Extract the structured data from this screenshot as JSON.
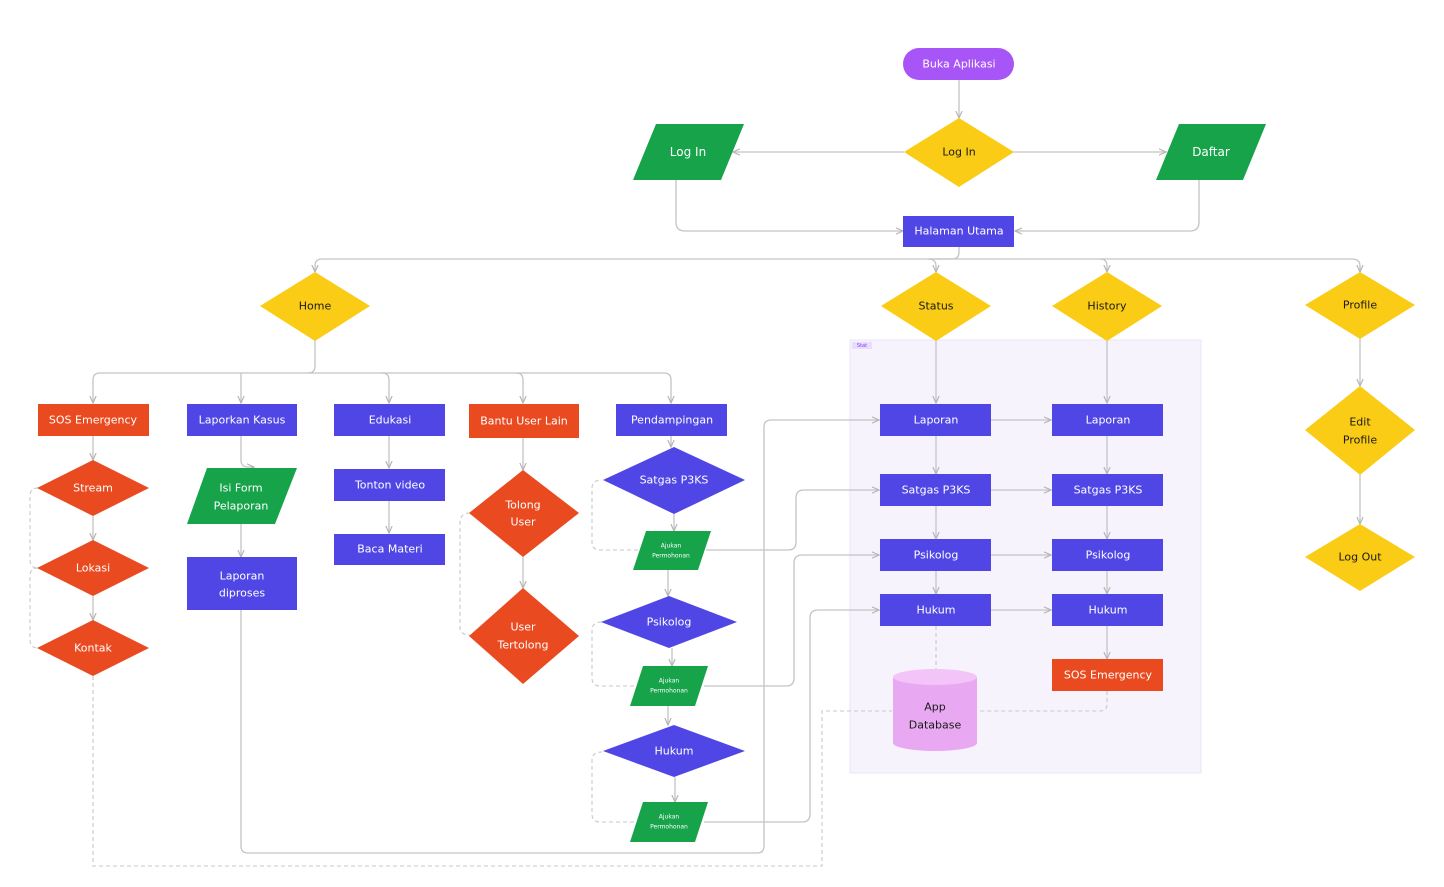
{
  "colors": {
    "purple": "#a855f7",
    "green": "#16a34a",
    "yellow": "#facc15",
    "blue": "#4f46e5",
    "red": "#ea4a1f",
    "database": "#e9a8f2",
    "frame": "#f6f3fd",
    "frame_tag": "#7c3aed"
  },
  "nodes": {
    "buka_aplikasi": "Buka Aplikasi",
    "login_input": "Log In",
    "login_decision": "Log In",
    "daftar": "Daftar",
    "halaman_utama": "Halaman Utama",
    "home": "Home",
    "status": "Status",
    "history": "History",
    "profile": "Profile",
    "edit_profile": [
      "Edit",
      "Profile"
    ],
    "log_out": "Log Out",
    "sos_emergency": "SOS Emergency",
    "stream": "Stream",
    "lokasi": "Lokasi",
    "kontak": "Kontak",
    "laporkan_kasus": "Laporkan Kasus",
    "isi_form": [
      "Isi Form",
      "Pelaporan"
    ],
    "laporan_diproses": [
      "Laporan",
      "diproses"
    ],
    "edukasi": "Edukasi",
    "tonton_video": "Tonton video",
    "baca_materi": "Baca Materi",
    "bantu_user": "Bantu User Lain",
    "tolong_user": [
      "Tolong",
      "User"
    ],
    "user_tertolong": [
      "User",
      "Tertolong"
    ],
    "pendampingan": "Pendampingan",
    "satgas_decision": "Satgas P3KS",
    "ajukan_1": [
      "Ajukan",
      "Permohonan"
    ],
    "psikolog_decision": "Psikolog",
    "ajukan_2": [
      "Ajukan",
      "Permohonan"
    ],
    "hukum_decision": "Hukum",
    "ajukan_3": [
      "Ajukan",
      "Permohonan"
    ],
    "status_laporan": "Laporan",
    "status_satgas": "Satgas P3KS",
    "status_psikolog": "Psikolog",
    "status_hukum": "Hukum",
    "app_database": [
      "App",
      "Database"
    ],
    "history_laporan": "Laporan",
    "history_satgas": "Satgas P3KS",
    "history_psikolog": "Psikolog",
    "history_hukum": "Hukum",
    "history_sos": "SOS Emergency",
    "frame_tag": "Stat"
  }
}
